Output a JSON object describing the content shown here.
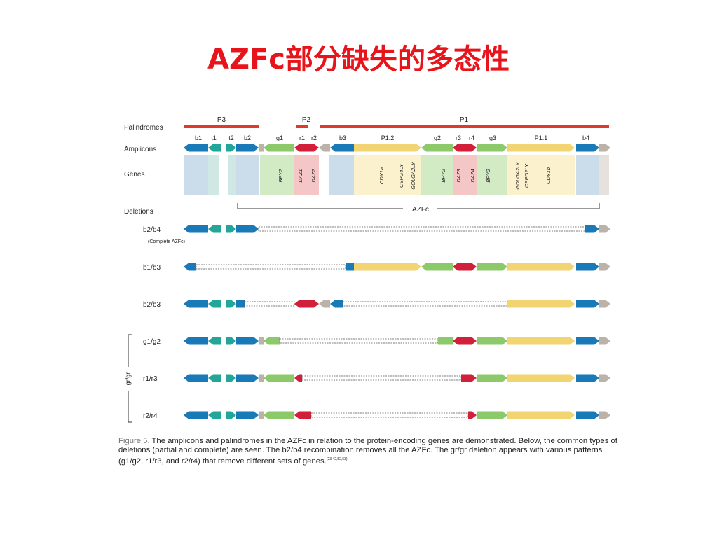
{
  "slide": {
    "title": "AZFc部分缺失的多态性"
  },
  "figure": {
    "row_labels": {
      "palindromes": "Palindromes",
      "amplicons": "Amplicons",
      "genes": "Genes",
      "deletions": "Deletions"
    },
    "palindromes": [
      "P3",
      "P2",
      "P1"
    ],
    "amplicons": [
      "b1",
      "t1",
      "t2",
      "b2",
      "g1",
      "r1",
      "r2",
      "b3",
      "P1.2",
      "g2",
      "r3",
      "r4",
      "g3",
      "P1.1",
      "b4"
    ],
    "genes": [
      "BPY2",
      "DAZ1",
      "DAZ2",
      "CDY1a",
      "CSPG4LY",
      "GOLGA2LY",
      "BPY2",
      "DAZ3",
      "DAZ4",
      "BPY2",
      "GOLGA2LY",
      "CSPG2LY",
      "CDY1b"
    ],
    "azfc_label": "AZFc",
    "deletions": [
      {
        "name": "b2/b4",
        "note": "(Complete AZFc)"
      },
      {
        "name": "b1/b3",
        "note": ""
      },
      {
        "name": "b2/b3",
        "note": ""
      },
      {
        "name": "g1/g2",
        "note": ""
      },
      {
        "name": "r1/r3",
        "note": ""
      },
      {
        "name": "r2/r4",
        "note": ""
      }
    ],
    "group_label": "gr/gr",
    "colors": {
      "blue": "#1a7ab8",
      "teal": "#22a69a",
      "green": "#8cc96a",
      "red": "#d21f3a",
      "yellow": "#f2d472",
      "gray": "#bdb2a8",
      "palindrome": "#e03a2a"
    }
  },
  "caption": {
    "lead": "Figure 5.",
    "text": " The amplicons and palindromes in the AZFc in relation to the protein-encoding genes are demonstrated. Below, the common types of deletions (partial and complete) are seen. The b2/b4 recombination removes all the AZFc. The gr/gr deletion appears with various patterns (g1/g2, r1/r3, and r2/r4) that remove different sets of genes.",
    "refs": "(23,42,52,53)"
  }
}
